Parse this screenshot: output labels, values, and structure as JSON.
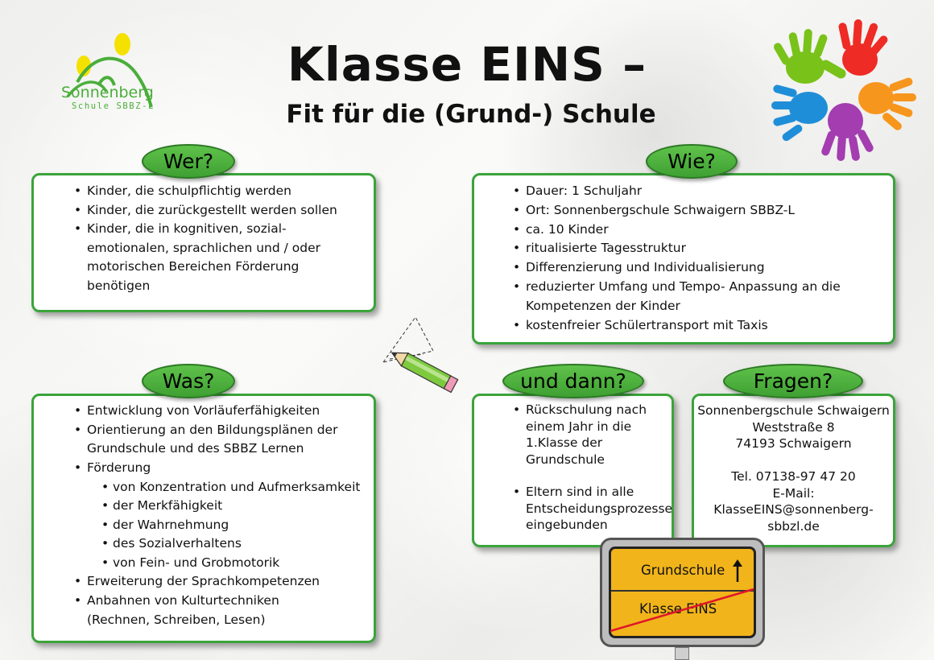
{
  "logo": {
    "line1": "Sonnenberg",
    "line2": "Schule SBBZ-L"
  },
  "title": {
    "main": "Klasse EINS –",
    "sub": "Fit für die (Grund-) Schule"
  },
  "wer": {
    "heading": "Wer?",
    "items": [
      "Kinder, die schulpflichtig werden",
      "Kinder, die zurückgestellt werden sollen",
      "Kinder, die in kognitiven, sozial-emotionalen, sprachlichen und / oder motorischen Bereichen Förderung benötigen"
    ]
  },
  "wie": {
    "heading": "Wie?",
    "items": [
      "Dauer: 1 Schuljahr",
      "Ort: Sonnenbergschule Schwaigern SBBZ-L",
      "ca. 10 Kinder",
      "ritualisierte Tagesstruktur",
      "Differenzierung und Individualisierung",
      "reduzierter Umfang und Tempo- Anpassung an die Kompetenzen der Kinder",
      "kostenfreier Schülertransport mit Taxis"
    ]
  },
  "was": {
    "heading": "Was?",
    "items": [
      "Entwicklung von Vorläuferfähigkeiten",
      "Orientierung an den Bildungsplänen der Grundschule und des SBBZ Lernen",
      "Förderung"
    ],
    "sub_items": [
      "von Konzentration und Aufmerksamkeit",
      "der Merkfähigkeit",
      "der Wahrnehmung",
      "des  Sozialverhaltens",
      "von Fein- und Grobmotorik"
    ],
    "items_after": [
      "Erweiterung der Sprachkompetenzen",
      "Anbahnen von Kulturtechniken (Rechnen, Schreiben, Lesen)"
    ]
  },
  "und_dann": {
    "heading": "und dann?",
    "items": [
      "Rückschulung nach einem Jahr in die 1.Klasse der Grundschule",
      "Eltern sind in alle Entscheidungsprozesse eingebunden"
    ]
  },
  "fragen": {
    "heading": "Fragen?",
    "school": "Sonnenbergschule Schwaigern",
    "street": "Weststraße 8",
    "city": "74193 Schwaigern",
    "phone": "Tel. 07138-97 47 20",
    "email_label": "E-Mail:",
    "email_line1": "KlasseEINS@sonnenberg-",
    "email_line2": "sbbzl.de"
  },
  "sign": {
    "top": "Grundschule",
    "bottom": "Klasse EINS"
  },
  "colors": {
    "green": "#3aa43a",
    "sign_yellow": "#f1b41b",
    "strike_red": "#e0152a"
  },
  "icons": [
    "sonnenberg-logo-icon",
    "colorful-hands-icon",
    "pencil-drawing-icon",
    "arrow-up-icon"
  ]
}
